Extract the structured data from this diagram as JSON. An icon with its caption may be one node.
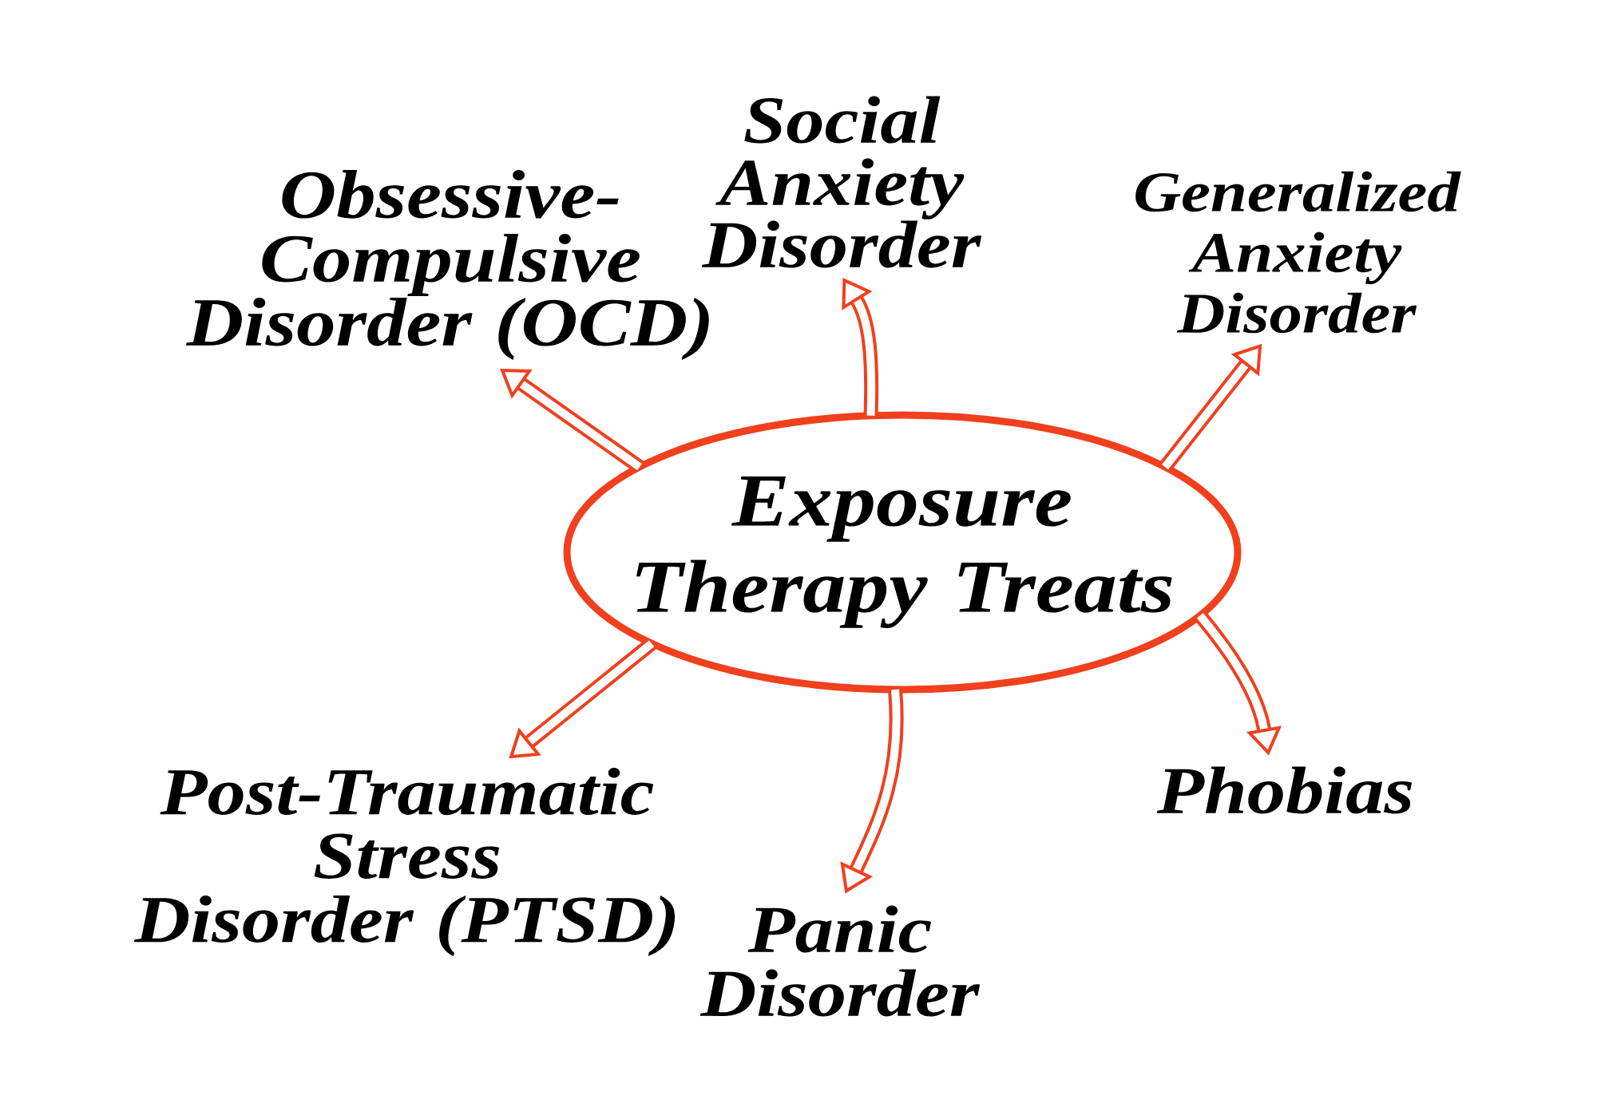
{
  "diagram": {
    "nodes": [
      {
        "text": [
          "Social Anxiety Disorder"
        ]
      },
      {
        "text": [
          "Obsessive- Compulsive Disorder (OCD)"
        ]
      },
      {
        "text": [
          "Generalized Anxiety Disorder"
        ]
      },
      {
        "text": [
          "Exposure Therapy Treats"
        ]
      },
      {
        "text": [
          "Post-Traumatic Stress Disorder (PTSD)"
        ]
      },
      {
        "text": [
          "Phobias"
        ]
      },
      {
        "text": [
          "Panic Disorder"
        ]
      }
    ],
    "edges": [
      {
        "from": 3,
        "to": 0,
        "arrow": "to"
      },
      {
        "from": 3,
        "to": 1,
        "arrow": "to"
      },
      {
        "from": 3,
        "to": 2,
        "arrow": "to"
      },
      {
        "from": 3,
        "to": 4,
        "arrow": "to"
      },
      {
        "from": 3,
        "to": 5,
        "arrow": "to"
      },
      {
        "from": 3,
        "to": 6,
        "arrow": "to"
      }
    ]
  }
}
